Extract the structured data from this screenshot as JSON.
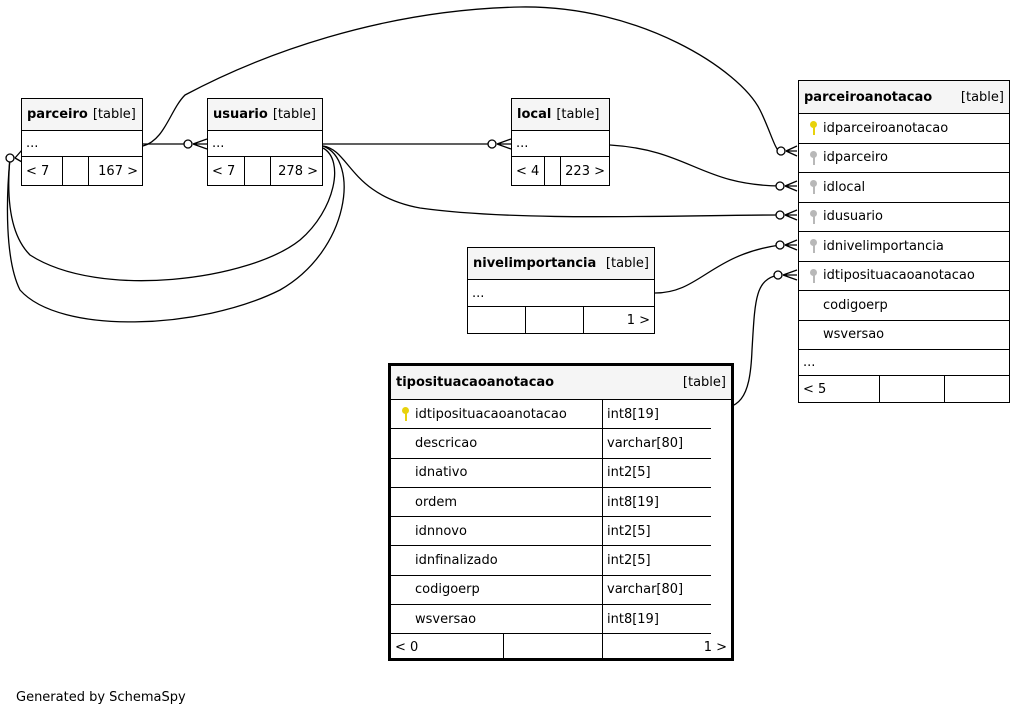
{
  "tag_label": "[table]",
  "tables": {
    "parceiro": {
      "name": "parceiro",
      "ellipsis": "...",
      "parents": "< 7",
      "children": "167 >"
    },
    "usuario": {
      "name": "usuario",
      "ellipsis": "...",
      "parents": "< 7",
      "children": "278 >"
    },
    "local": {
      "name": "local",
      "ellipsis": "...",
      "parents": "< 4",
      "children": "223 >"
    },
    "nivelimportancia": {
      "name": "nivelimportancia",
      "ellipsis": "...",
      "children": "1 >"
    },
    "parceiroanotacao": {
      "name": "parceiroanotacao",
      "columns": [
        "idparceiroanotacao",
        "idparceiro",
        "idlocal",
        "idusuario",
        "idnivelimportancia",
        "idtiposituacaoanotacao",
        "codigoerp",
        "wsversao"
      ],
      "ellipsis": "...",
      "parents": "< 5"
    },
    "tiposituacaoanotacao": {
      "name": "tiposituacaoanotacao",
      "columns": [
        {
          "name": "idtiposituacaoanotacao",
          "type": "int8[19]"
        },
        {
          "name": "descricao",
          "type": "varchar[80]"
        },
        {
          "name": "idnativo",
          "type": "int2[5]"
        },
        {
          "name": "ordem",
          "type": "int8[19]"
        },
        {
          "name": "idnnovo",
          "type": "int2[5]"
        },
        {
          "name": "idnfinalizado",
          "type": "int2[5]"
        },
        {
          "name": "codigoerp",
          "type": "varchar[80]"
        },
        {
          "name": "wsversao",
          "type": "int8[19]"
        }
      ],
      "parents": "< 0",
      "children": "1 >"
    }
  },
  "footer": "Generated by SchemaSpy"
}
